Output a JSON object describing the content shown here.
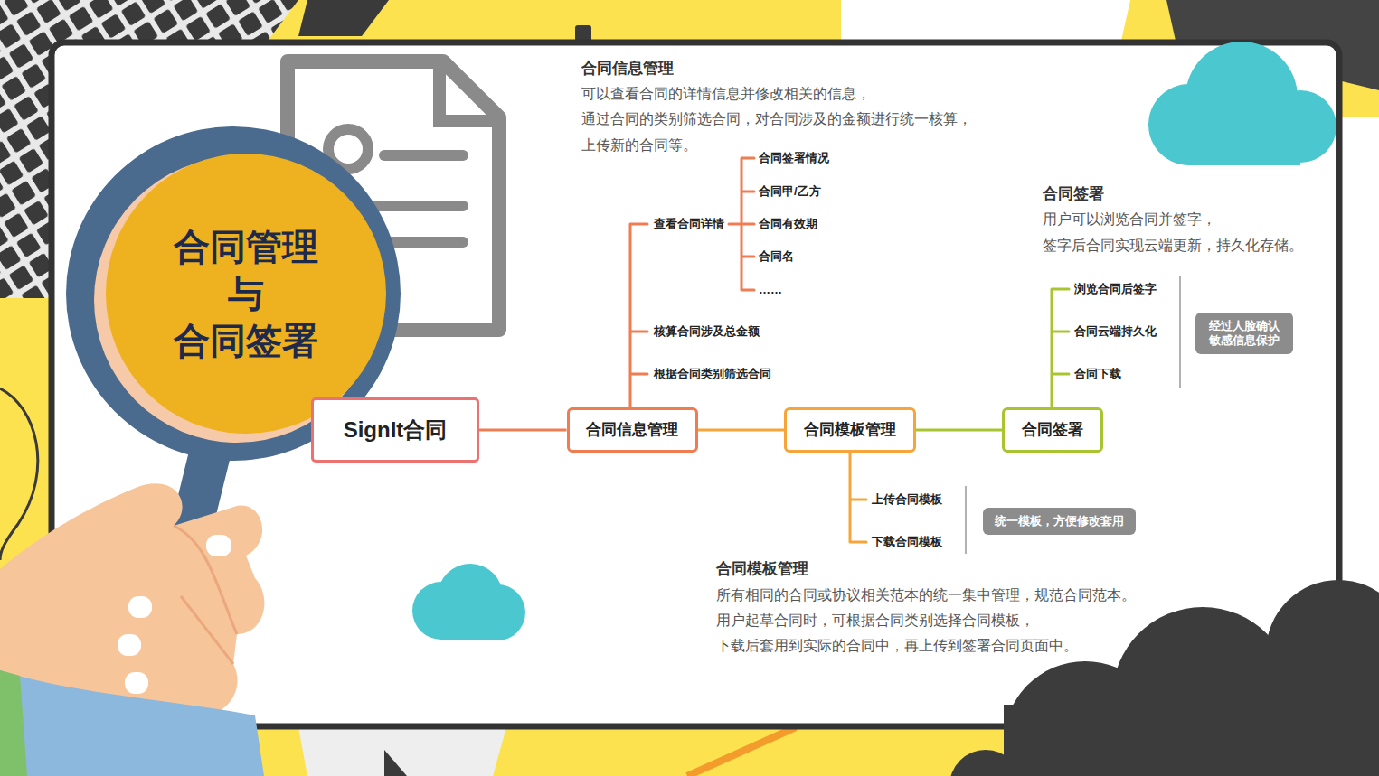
{
  "diagram": {
    "nodes": [
      {
        "text": [
          "合同管理 与 合同签署"
        ]
      },
      {
        "text": [
          "SignIt合同"
        ]
      },
      {
        "text": [
          "合同信息管理"
        ]
      },
      {
        "text": [
          "合同模板管理"
        ]
      },
      {
        "text": [
          "合同签署"
        ]
      },
      {
        "text": [
          "经过人脸确认 敏感信息保护"
        ]
      },
      {
        "text": [
          "统一模板，方便修改套用"
        ]
      }
    ],
    "edges": [
      {
        "from": 1,
        "to": 2,
        "arrow": "none"
      },
      {
        "from": 2,
        "to": 3,
        "arrow": "none"
      },
      {
        "from": 3,
        "to": 4,
        "arrow": "none"
      }
    ],
    "labels": [
      "合同信息管理",
      "可以查看合同的详情信息并修改相关的信息，",
      "通过合同的类别筛选合同，对合同涉及的金额进行统一核算，",
      "上传新的合同等。",
      "合同签署",
      "用户可以浏览合同并签字，",
      "签字后合同实现云端更新，持久化存储。",
      "合同模板管理",
      "所有相同的合同或协议相关范本的统一集中管理，规范合同范本。",
      "用户起草合同时，可根据合同类别选择合同模板，",
      "下载后套用到实际的合同中，再上传到签署合同页面中。",
      "查看合同详情",
      "核算合同涉及总金额",
      "根据合同类别筛选合同",
      "合同签署情况",
      "合同甲/乙方",
      "合同有效期",
      "合同名",
      "……",
      "浏览合同后签字",
      "合同云端持久化",
      "合同下载",
      "上传合同模板",
      "下载合同模板"
    ]
  }
}
